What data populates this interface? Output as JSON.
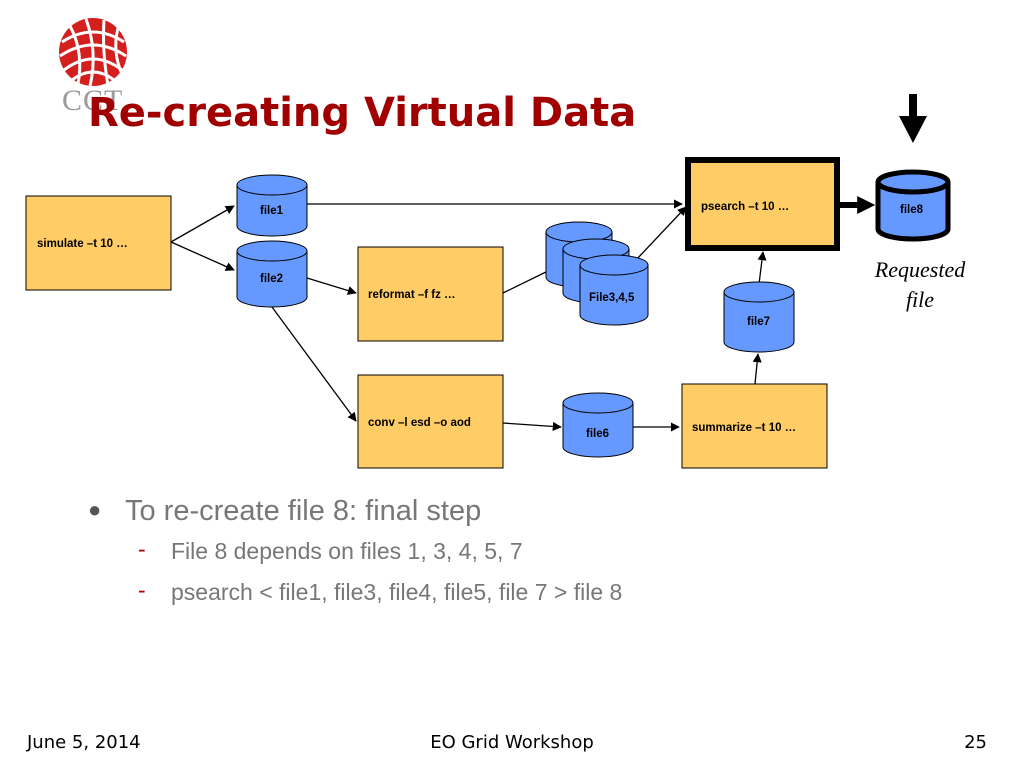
{
  "logo": {
    "text": "CCT"
  },
  "title": "Re-creating Virtual Data",
  "diagram": {
    "boxes": {
      "simulate": "simulate  –t 10 …",
      "reformat": "reformat  –f fz …",
      "conv": "conv  –l esd –o aod",
      "summarize": "summarize  –t 10 …",
      "psearch": "psearch  –t 10 …"
    },
    "files": {
      "file1": "file1",
      "file2": "file2",
      "file345": "File3,4,5",
      "file6": "file6",
      "file7": "file7",
      "file8": "file8"
    },
    "requested": [
      "Requested",
      "file"
    ]
  },
  "colors": {
    "box_fill": "#ffcc66",
    "cylinder_fill": "#6699ff",
    "title": "#a00000"
  },
  "bullets": {
    "main": "To re-create file 8: final step",
    "subs": [
      "File 8 depends on files 1, 3, 4, 5, 7",
      "psearch < file1, file3, file4, file5, file 7 > file 8"
    ]
  },
  "footer": {
    "date": "June 5, 2014",
    "event": "EO Grid Workshop",
    "page": "25"
  }
}
